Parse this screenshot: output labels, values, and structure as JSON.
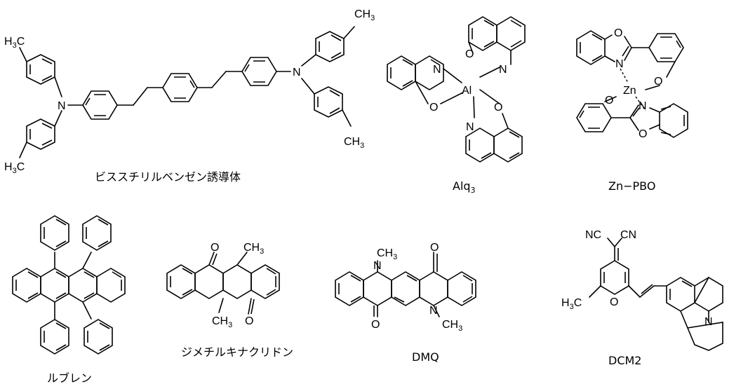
{
  "atoms": {
    "methyl": "CH",
    "methyl_sub": "3",
    "methyl_left": "H",
    "methyl_left_c": "C",
    "nitrogen": "N",
    "oxygen": "O",
    "aluminum": "Al",
    "zinc": "Zn",
    "carbonyl_o": "O",
    "cyano": "NC",
    "cyano_r": "CN"
  },
  "labels": {
    "bisstyryl": "ビススチリルベンゼン誘導体",
    "alq_main": "Alq",
    "alq_sub": "3",
    "znpbo": "Zn−PBO",
    "rubrene": "ルブレン",
    "dmqa": "ジメチルキナクリドン",
    "dmq": "DMQ",
    "dcm2": "DCM2"
  }
}
